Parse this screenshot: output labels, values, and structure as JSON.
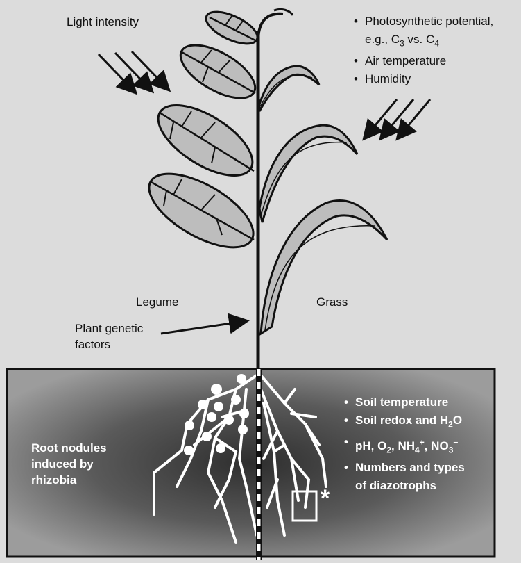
{
  "top_left_label": "Light intensity",
  "top_right_bullets": [
    {
      "text": "Photosynthetic potential,"
    },
    {
      "text": "e.g., C3 vs. C4",
      "nobullet": true
    },
    {
      "text": "Air temperature"
    },
    {
      "text": "Humidity"
    }
  ],
  "legume_label": "Legume",
  "grass_label": "Grass",
  "genetic_label_line1": "Plant genetic",
  "genetic_label_line2": "factors",
  "nodules_label_line1": "Root nodules",
  "nodules_label_line2": "induced by",
  "nodules_label_line3": "rhizobia",
  "soil_bullets": [
    "Soil temperature",
    "Soil redox and H2O",
    "pH, O2, NH4+, NO3−",
    "Numbers and types",
    "of diazotrophs"
  ],
  "asterisk": "*",
  "colors": {
    "background": "#dcdcdc",
    "leaf_fill": "#bdbdbd",
    "soil_dark": "#3a3a3a",
    "root": "#ffffff"
  }
}
